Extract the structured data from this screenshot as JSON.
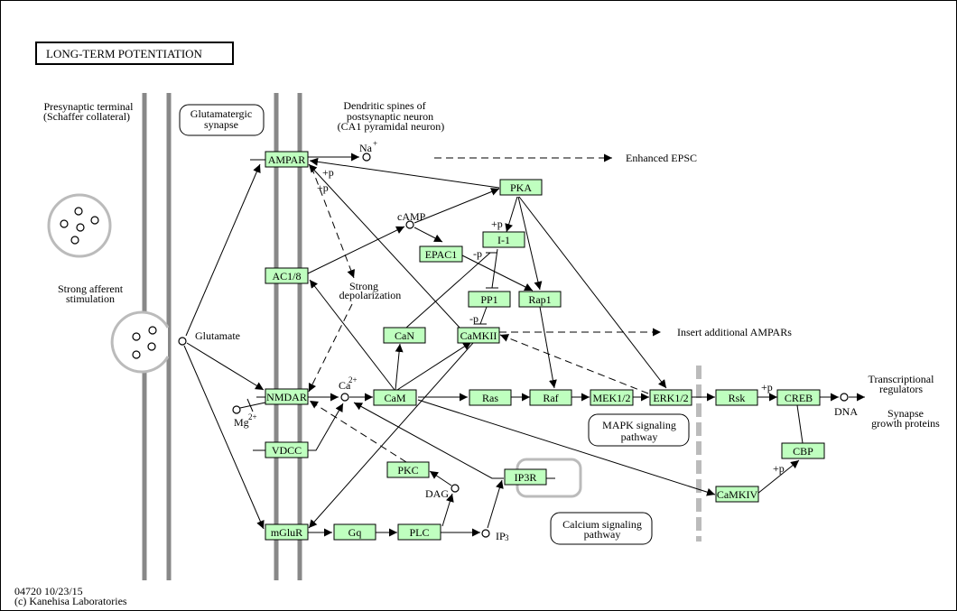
{
  "title": "LONG-TERM  POTENTIATION",
  "footer": {
    "line1": "04720 10/23/15",
    "line2": "(c) Kanehisa Laboratories"
  },
  "colors": {
    "gene_fill": "#bfffbf",
    "membrane": "#888888",
    "nucleus_divider": "#bbbbbb"
  },
  "labels": {
    "presynaptic_1": "Presynaptic terminal",
    "presynaptic_2": "(Schaffer collateral)",
    "dendritic_1": "Dendritic spines of",
    "dendritic_2": "postsynaptic neuron",
    "dendritic_3": "(CA1 pyramidal neuron)",
    "strong_aff_1": "Strong afferent",
    "strong_aff_2": "stimulation",
    "glutamate": "Glutamate",
    "na": "Na",
    "na_sup": "+",
    "camp": "cAMP",
    "strong_depol_1": "Strong",
    "strong_depol_2": "depolarization",
    "ca": "Ca",
    "ca_sup": "2+",
    "mg": "Mg",
    "mg_sup": "2+",
    "dag": "DAG",
    "ip3": "IP",
    "ip3_sub": "3",
    "dna": "DNA",
    "enhanced_epsc": "Enhanced EPSC",
    "insert_ampars": "Insert additional AMPARs",
    "transcriptional_1": "Transcriptional",
    "transcriptional_2": "regulators",
    "synapse_1": "Synapse",
    "synapse_2": "growth proteins",
    "plus_p": "+p",
    "minus_p": "-p"
  },
  "maps": {
    "glutamatergic": [
      "Glutamatergic",
      "synapse"
    ],
    "mapk": [
      "MAPK signaling",
      "pathway"
    ],
    "calcium": [
      "Calcium signaling",
      "pathway"
    ]
  },
  "genes": {
    "ampar": "AMPAR",
    "ac18": "AC1/8",
    "nmdar": "NMDAR",
    "vdcc": "VDCC",
    "mglur": "mGluR",
    "gq": "Gq",
    "plc": "PLC",
    "pkc": "PKC",
    "ip3r": "IP3R",
    "pka": "PKA",
    "epac1": "EPAC1",
    "i1": "I-1",
    "pp1": "PP1",
    "rap1": "Rap1",
    "can": "CaN",
    "camkii": "CaMKII",
    "cam": "CaM",
    "ras": "Ras",
    "raf": "Raf",
    "mek12": "MEK1/2",
    "erk12": "ERK1/2",
    "rsk": "Rsk",
    "creb": "CREB",
    "cbp": "CBP",
    "camkiv": "CaMKIV"
  }
}
